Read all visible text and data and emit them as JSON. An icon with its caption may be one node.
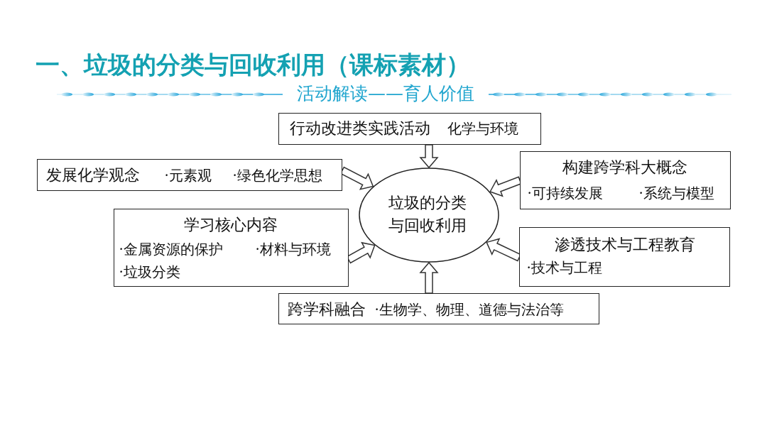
{
  "diagram": {
    "title": "一、垃圾的分类与回收利用（课标素材）",
    "nodes": [
      {
        "text": [
          "行动改进类实践活动",
          "化学与环境"
        ]
      },
      {
        "text": [
          "发展化学观念",
          "·元素观",
          "·绿色化学思想"
        ]
      },
      {
        "text": [
          "垃圾的分类与回收利用"
        ]
      },
      {
        "text": [
          "构建跨学科大概念",
          "·可持续发展",
          "·系统与模型"
        ]
      },
      {
        "text": [
          "学习核心内容",
          "·金属资源的保护",
          "·材料与环境",
          "·垃圾分类"
        ]
      },
      {
        "text": [
          "渗透技术与工程教育",
          "·技术与工程"
        ]
      },
      {
        "text": [
          "跨学科融合",
          "·生物学、物理、道德与法治等"
        ]
      }
    ],
    "edges": [
      {
        "from": 0,
        "to": 2,
        "arrow": "to"
      },
      {
        "from": 1,
        "to": 2,
        "arrow": "to"
      },
      {
        "from": 3,
        "to": 2,
        "arrow": "to"
      },
      {
        "from": 4,
        "to": 2,
        "arrow": "to"
      },
      {
        "from": 5,
        "to": 2,
        "arrow": "to"
      },
      {
        "from": 6,
        "to": 2,
        "arrow": "to"
      }
    ],
    "labels": [
      "活动解读——育人价值"
    ]
  }
}
